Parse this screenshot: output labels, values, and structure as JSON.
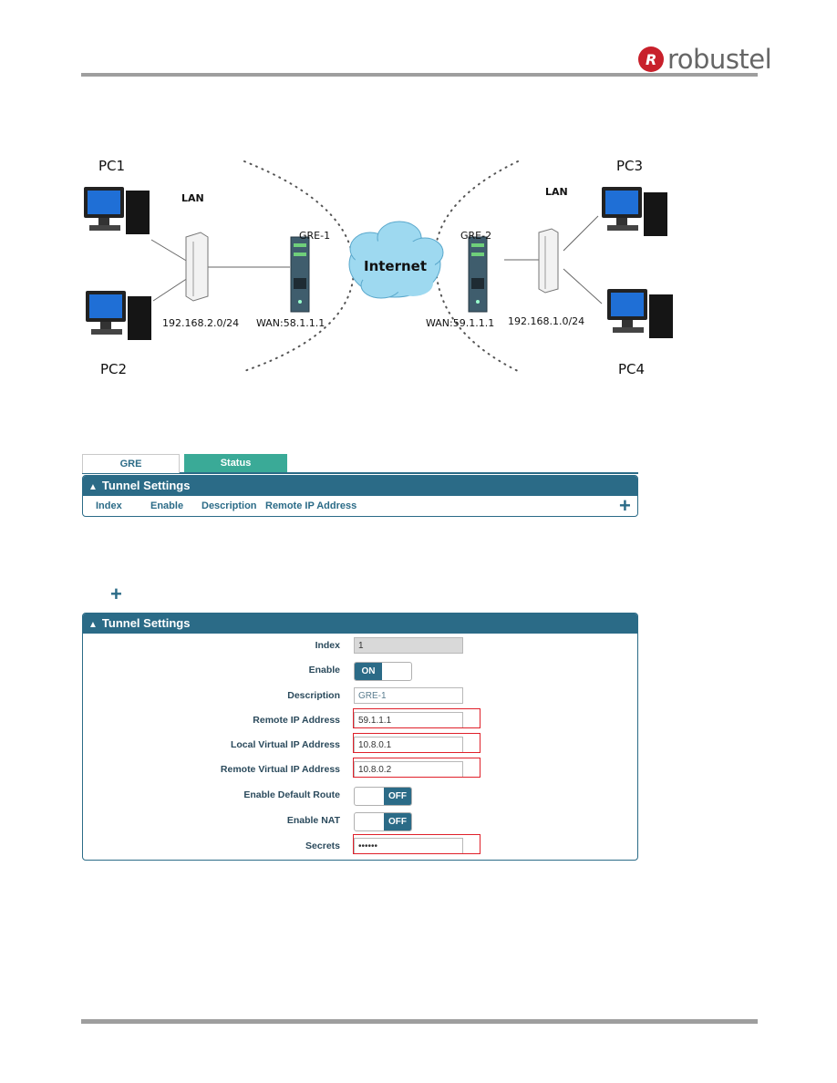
{
  "brand": {
    "logo_mark": "R",
    "logo_text": "robustel",
    "logo_color": "#c8202b"
  },
  "diagram": {
    "pc1": "PC1",
    "pc2": "PC2",
    "pc3": "PC3",
    "pc4": "PC4",
    "lan_left": "LAN",
    "lan_right": "LAN",
    "gre1": "GRE-1",
    "gre2": "GRE-2",
    "internet": "Internet",
    "subnet_left": "192.168.2.0/24",
    "wan_left": "WAN:58.1.1.1",
    "wan_right": "WAN:59.1.1.1",
    "subnet_right": "192.168.1.0/24"
  },
  "tabs": [
    {
      "label": "GRE",
      "active": true
    },
    {
      "label": "Status",
      "active": false
    }
  ],
  "tunnel_list": {
    "title": "Tunnel Settings",
    "columns": [
      "Index",
      "Enable",
      "Description",
      "Remote IP Address"
    ],
    "add_icon": "plus-icon"
  },
  "tunnel_form": {
    "title": "Tunnel Settings",
    "index_label": "Index",
    "index_value": "1",
    "enable_label": "Enable",
    "enable_state": "ON",
    "description_label": "Description",
    "description_value": "GRE-1",
    "remote_ip_label": "Remote IP Address",
    "remote_ip_value": "59.1.1.1",
    "local_vip_label": "Local Virtual IP Address",
    "local_vip_value": "10.8.0.1",
    "remote_vip_label": "Remote Virtual IP Address",
    "remote_vip_value": "10.8.0.2",
    "default_route_label": "Enable Default Route",
    "default_route_state": "OFF",
    "nat_label": "Enable NAT",
    "nat_state": "OFF",
    "secrets_label": "Secrets",
    "secrets_value": "••••••"
  },
  "colors": {
    "header_blue": "#2b6b87",
    "status_tab": "#3aaa97",
    "highlight_red": "#e0202a"
  }
}
